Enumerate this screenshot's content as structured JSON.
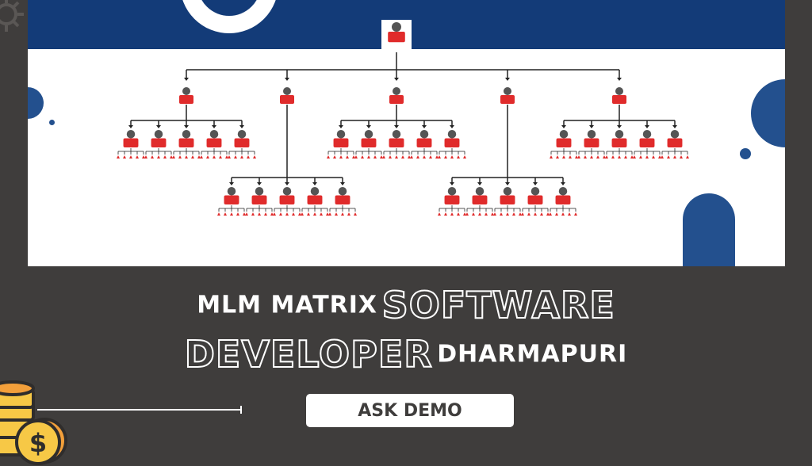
{
  "headline": {
    "line1_solid": "MLM MATRIX",
    "line1_outline": "SOFTWARE",
    "line2_outline": "DEVELOPER",
    "line2_solid": "DHARMAPURI"
  },
  "cta": {
    "label": "ASK DEMO"
  },
  "colors": {
    "background": "#3f3d3c",
    "band": "#133b78",
    "accent_blue": "#23508e",
    "node_red": "#e02b2b",
    "node_head": "#555555"
  },
  "diagram": {
    "type": "mlm-matrix-tree",
    "root_nodes": 1,
    "level1_nodes": 5,
    "level2_nodes_per_parent": 5,
    "level3_nodes_per_parent": 5
  },
  "icons": [
    "gear-icon",
    "coins-icon",
    "dollar-icon",
    "person-node-icon"
  ]
}
